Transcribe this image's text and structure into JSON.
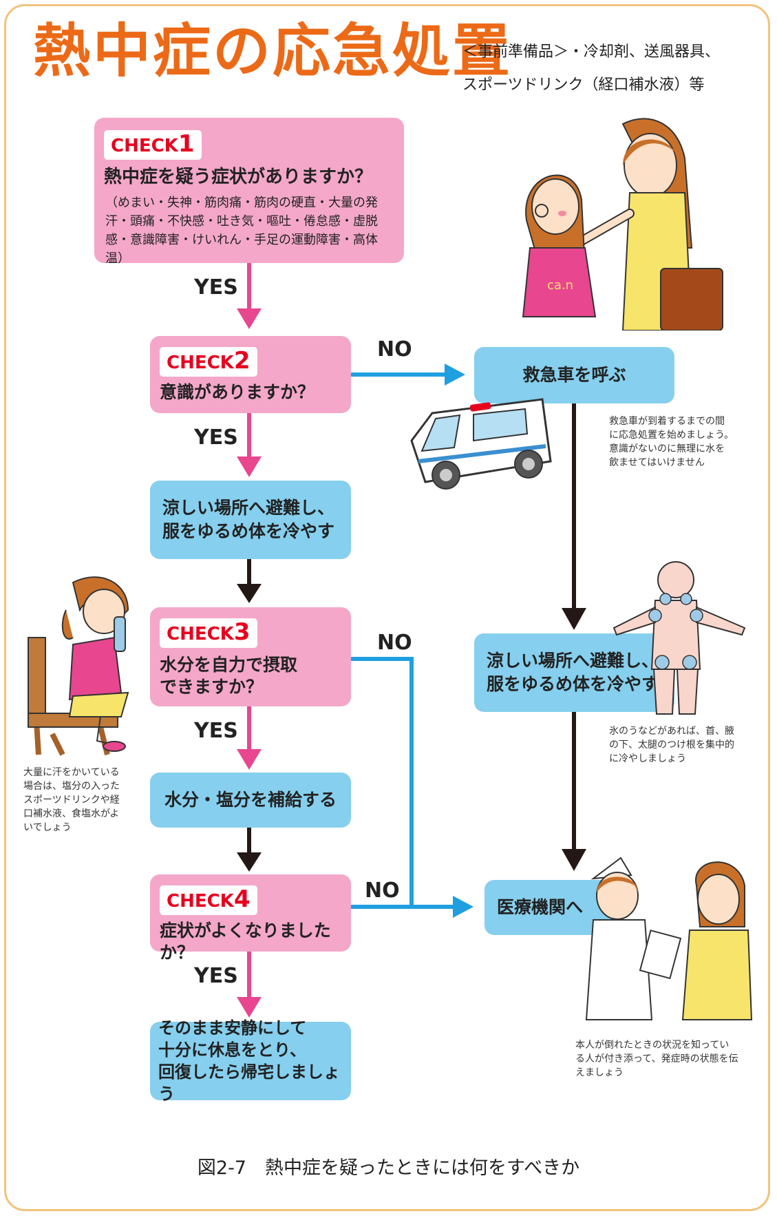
{
  "title": "熱中症の応急処置",
  "prep": {
    "line1": "＜事前準備品＞・冷却剤、送風器具、",
    "line2": "スポーツドリンク（経口補水液）等"
  },
  "check1": {
    "tag": "CHECK",
    "num": "1",
    "question": "熱中症を疑う症状がありますか？",
    "symptoms": "（めまい・失神・筋肉痛・筋肉の硬直・大量の発汗・頭痛・不快感・吐き気・嘔吐・倦怠感・虚脱感・意識障害・けいれん・手足の運動障害・高体温）"
  },
  "check2": {
    "tag": "CHECK",
    "num": "2",
    "question": "意識がありますか？"
  },
  "check3": {
    "tag": "CHECK",
    "num": "3",
    "question": "水分を自力で摂取\nできますか？"
  },
  "check4": {
    "tag": "CHECK",
    "num": "4",
    "question": "症状がよくなりましたか？"
  },
  "actions": {
    "cool_left": "涼しい場所へ避難し、\n服をゆるめ体を冷やす",
    "hydrate": "水分・塩分を補給する",
    "rest": "そのまま安静にして\n十分に休息をとり、\n回復したら帰宅しましょう",
    "ambulance": "救急車を呼ぶ",
    "cool_right": "涼しい場所へ避難し、\n服をゆるめ体を冷やす",
    "hospital": "医療機関へ"
  },
  "labels": {
    "yes": "YES",
    "no": "NO"
  },
  "notes": {
    "ambulance": "救急車が到着するまでの間\nに応急処置を始めましょう。\n意識がないのに無理に水を\n飲ませてはいけません",
    "ice": "氷のうなどがあれば、首、腋\nの下、太腿のつけ根を集中的\nに冷やしましょう",
    "sweat": "大量に汗をかいている\n場合は、塩分の入った\nスポーツドリンクや経\n口補水液、食塩水がよ\nいでしょう",
    "hospital": "本人が倒れたときの状況を知ってい\nる人が付き添って、発症時の状態を伝\nえましょう"
  },
  "caption": "図2-7　熱中症を疑ったときには何をすべきか",
  "colors": {
    "title": "#ec6a17",
    "check_box": "#f4a7c9",
    "action_box": "#86cfee",
    "yes_arrow": "#e8468f",
    "no_arrow": "#1f9fe0",
    "flow_arrow": "#231815",
    "check_tag": "#e6001e"
  }
}
